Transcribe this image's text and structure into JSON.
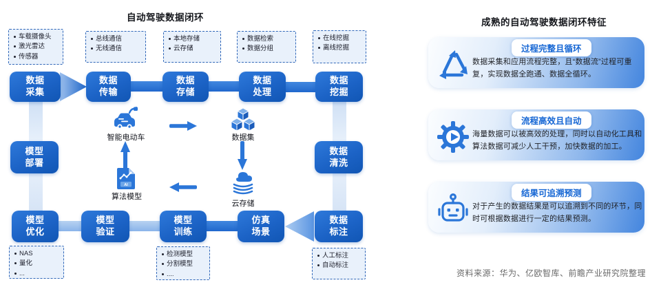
{
  "colors": {
    "primary_blue": "#2b76d8",
    "box_blue_dark": "#1156b4",
    "note_bg": "#e9f1fb",
    "note_border": "#2f66b8",
    "card_header_blue": "#1566d4",
    "source_gray": "#6a6a6a"
  },
  "left": {
    "title": "自动驾驶数据闭环",
    "top_notes": [
      {
        "items": [
          "车载摄像头",
          "激光雷达",
          "传感器"
        ]
      },
      {
        "items": [
          "总线通信",
          "无线通信"
        ]
      },
      {
        "items": [
          "本地存储",
          "云存储"
        ]
      },
      {
        "items": [
          "数据检索",
          "数据分组"
        ]
      },
      {
        "items": [
          "在线挖掘",
          "离线挖掘"
        ]
      }
    ],
    "top_row": [
      "数据采集",
      "数据传输",
      "数据存储",
      "数据处理",
      "数据挖掘"
    ],
    "mid_left": "模型部署",
    "mid_right": "数据清洗",
    "bottom_row": [
      "模型优化",
      "模型验证",
      "模型训练",
      "仿真场景",
      "数据标注"
    ],
    "bottom_notes": [
      {
        "items": [
          "NAS",
          "量化",
          "..."
        ]
      },
      {
        "items": [
          "检测模型",
          "分割模型",
          "...."
        ]
      },
      {
        "items": [
          "人工标注",
          "自动标注"
        ]
      }
    ],
    "middle": {
      "ev_label": "智能电动车",
      "dataset_label": "数据集",
      "algo_label": "算法模型",
      "cloud_label": "云存储",
      "ai_badge": "AI"
    }
  },
  "right": {
    "title": "成熟的自动驾驶数据闭环特征",
    "cards": [
      {
        "header": "过程完整且循环",
        "icon": "recycle-icon",
        "body": "数据采集和应用流程完整，且“数据流”过程可重复，实现数据全跑通、数据全循环。"
      },
      {
        "header": "流程高效且自动",
        "icon": "gear-play-icon",
        "body": "海量数据可以被高效的处理，同时以自动化工具和算法数据可减少人工干预，加快数据的加工。"
      },
      {
        "header": "结果可追溯预测",
        "icon": "robot-icon",
        "body": "对于产生的数据结果是可以追溯到不同的环节，同时可根据数据进行一定的结果预测。"
      }
    ],
    "source": "资料来源：华为、亿欧智库、前瞻产业研究院整理"
  }
}
